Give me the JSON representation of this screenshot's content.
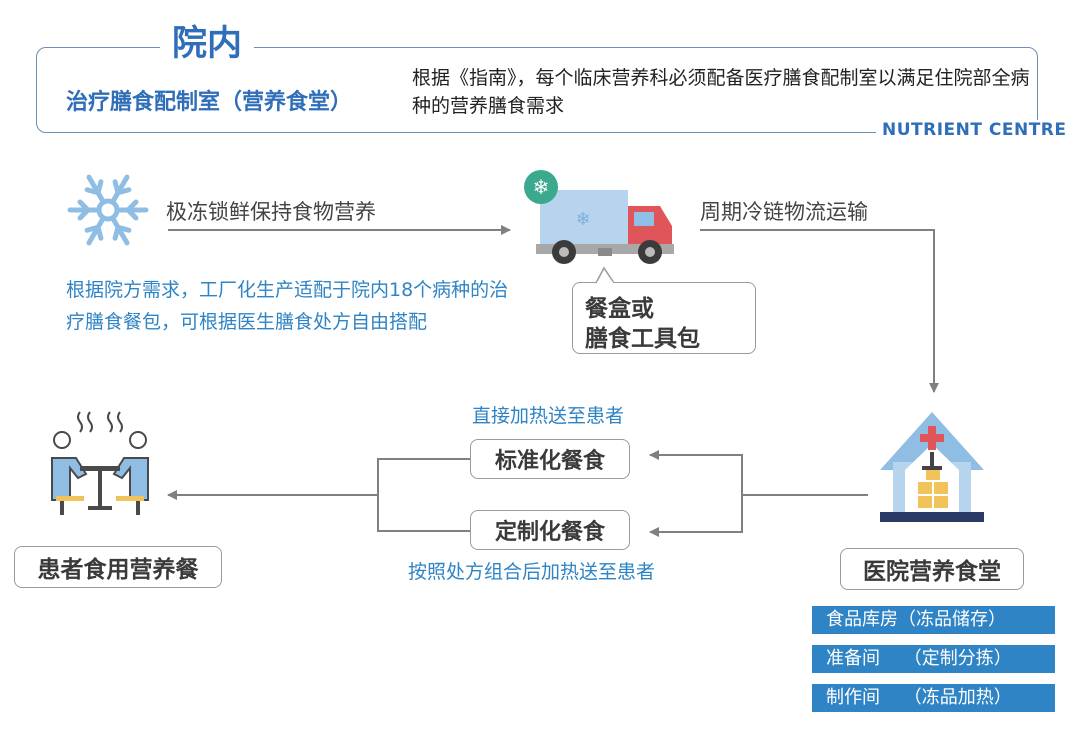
{
  "header": {
    "title": "院内",
    "subtitle": "治疗膳食配制室（营养食堂）",
    "description": "根据《指南》，每个临床营养科必须配备医疗膳食配制室以满足住院部全病种的营养膳食需求",
    "english_tag": "NUTRIENT CENTRE"
  },
  "flow": {
    "frozen_label": "极冻锁鲜保持食物营养",
    "logistics_label": "周期冷链物流运输",
    "factory_note": "根据院方需求，工厂化生产适配于院内18个病种的治疗膳食餐包，可根据医生膳食处方自由搭配",
    "truck_callout_line1": "餐盒或",
    "truck_callout_line2": "膳食工具包",
    "direct_heat_label": "直接加热送至患者",
    "standard_meal": "标准化餐食",
    "custom_meal": "定制化餐食",
    "prescription_label": "按照处方组合后加热送至患者",
    "patient_box": "患者食用营养餐",
    "canteen_box": "医院营养食堂"
  },
  "canteen_info": [
    "食品库房（冻品储存）",
    "准备间　 （定制分拣）",
    "制作间　 （冻品加热）"
  ],
  "icons": {
    "snowflake": "snowflake-icon",
    "truck": "truck-icon",
    "hospital": "hospital-building-icon",
    "patients": "patients-dining-icon"
  },
  "colors": {
    "primary_blue": "#2f6eb8",
    "accent_blue": "#2f84c5",
    "light_blue": "#8fbde3",
    "truck_red": "#e0555a",
    "box_gold": "#f2c35a",
    "arrow_gray": "#808080"
  }
}
